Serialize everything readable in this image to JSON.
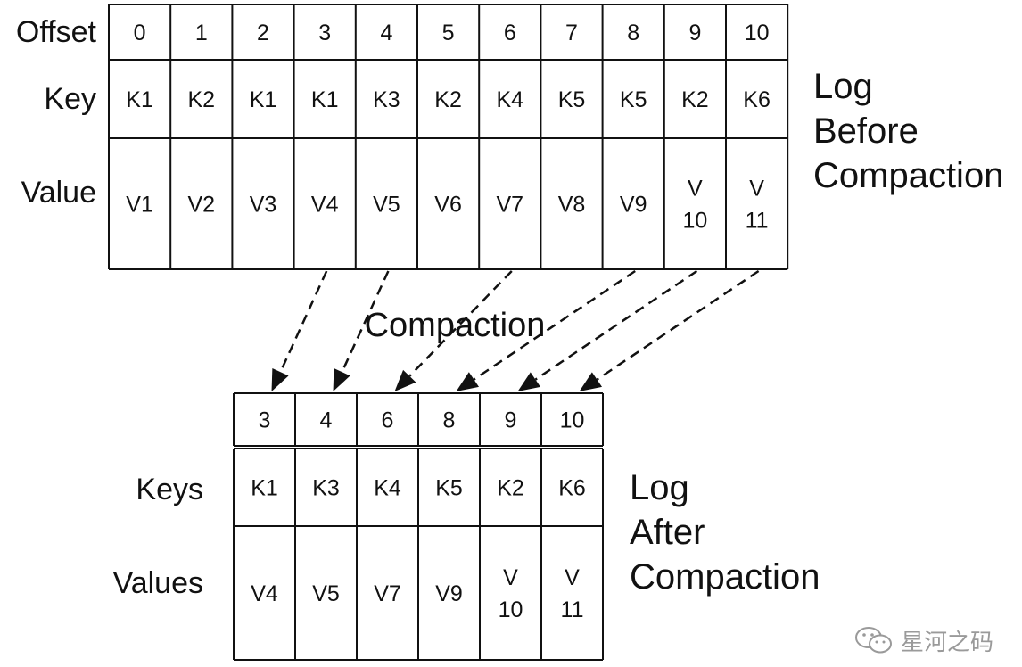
{
  "before": {
    "row_labels": [
      "Offset",
      "Key",
      "Value"
    ],
    "columns": [
      {
        "offset": "0",
        "key": "K1",
        "value": [
          "V1"
        ]
      },
      {
        "offset": "1",
        "key": "K2",
        "value": [
          "V2"
        ]
      },
      {
        "offset": "2",
        "key": "K1",
        "value": [
          "V3"
        ]
      },
      {
        "offset": "3",
        "key": "K1",
        "value": [
          "V4"
        ]
      },
      {
        "offset": "4",
        "key": "K3",
        "value": [
          "V5"
        ]
      },
      {
        "offset": "5",
        "key": "K2",
        "value": [
          "V6"
        ]
      },
      {
        "offset": "6",
        "key": "K4",
        "value": [
          "V7"
        ]
      },
      {
        "offset": "7",
        "key": "K5",
        "value": [
          "V8"
        ]
      },
      {
        "offset": "8",
        "key": "K5",
        "value": [
          "V9"
        ]
      },
      {
        "offset": "9",
        "key": "K2",
        "value": [
          "V",
          "10"
        ]
      },
      {
        "offset": "10",
        "key": "K6",
        "value": [
          "V",
          "11"
        ]
      }
    ],
    "side_label": [
      "Log",
      "Before",
      "Compaction"
    ]
  },
  "after": {
    "row_labels": [
      "",
      "Keys",
      "Values"
    ],
    "columns": [
      {
        "offset": "3",
        "key": "K1",
        "value": [
          "V4"
        ]
      },
      {
        "offset": "4",
        "key": "K3",
        "value": [
          "V5"
        ]
      },
      {
        "offset": "6",
        "key": "K4",
        "value": [
          "V7"
        ]
      },
      {
        "offset": "8",
        "key": "K5",
        "value": [
          "V9"
        ]
      },
      {
        "offset": "9",
        "key": "K2",
        "value": [
          "V",
          "10"
        ]
      },
      {
        "offset": "10",
        "key": "K6",
        "value": [
          "V",
          "11"
        ]
      }
    ],
    "side_label": [
      "Log",
      "After",
      "Compaction"
    ]
  },
  "compaction_label": "Compaction",
  "arrows": [
    {
      "from_offset": "3",
      "to_offset": "3"
    },
    {
      "from_offset": "4",
      "to_offset": "4"
    },
    {
      "from_offset": "6",
      "to_offset": "6"
    },
    {
      "from_offset": "8",
      "to_offset": "8"
    },
    {
      "from_offset": "9",
      "to_offset": "9"
    },
    {
      "from_offset": "10",
      "to_offset": "10"
    }
  ],
  "watermark": {
    "icon": "wechat-icon",
    "text": "星河之码"
  },
  "colors": {
    "line": "#111111",
    "watermark": "#9a9a9a"
  }
}
